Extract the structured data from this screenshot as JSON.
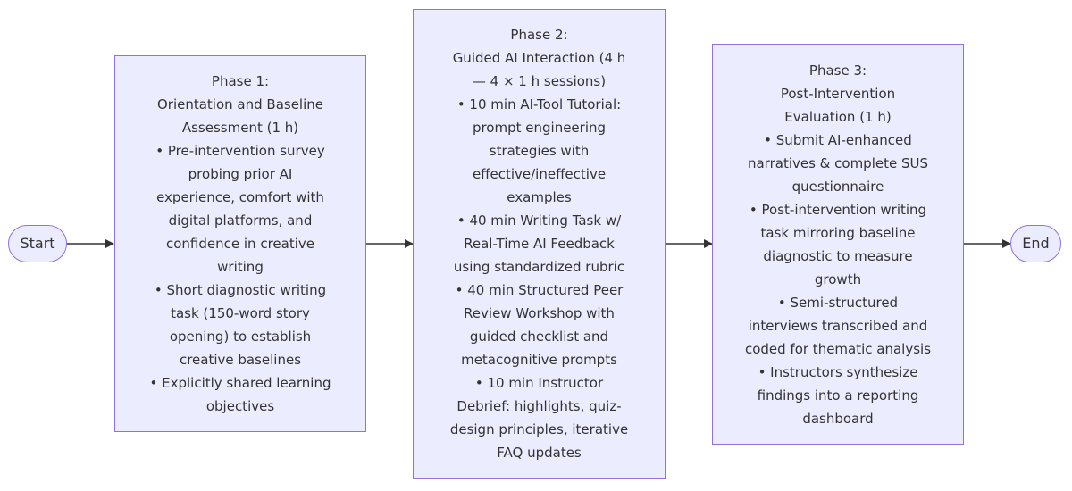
{
  "flowchart": {
    "start": {
      "label": "Start"
    },
    "end": {
      "label": "End"
    },
    "phases": [
      {
        "lines": [
          "Phase 1:",
          "Orientation and Baseline",
          "Assessment (1 h)",
          "• Pre-intervention survey",
          "probing prior AI",
          "experience, comfort with",
          "digital platforms, and",
          "confidence in creative",
          "writing",
          "• Short diagnostic writing",
          "task (150-word story",
          "opening) to establish",
          "creative baselines",
          "• Explicitly shared learning",
          "objectives"
        ]
      },
      {
        "lines": [
          "Phase 2:",
          "Guided AI Interaction (4 h",
          "— 4 × 1 h sessions)",
          "• 10 min AI-Tool Tutorial:",
          "prompt engineering",
          "strategies with",
          "effective/ineffective",
          "examples",
          "• 40 min Writing Task w/",
          "Real-Time AI Feedback",
          "using standardized rubric",
          "• 40 min Structured Peer",
          "Review Workshop with",
          "guided checklist and",
          "metacognitive prompts",
          "• 10 min Instructor",
          "Debrief: highlights, quiz-",
          "design principles, iterative",
          "FAQ updates"
        ]
      },
      {
        "lines": [
          "Phase 3:",
          "Post-Intervention",
          "Evaluation (1 h)",
          "• Submit AI-enhanced",
          "narratives & complete SUS",
          "questionnaire",
          "• Post-intervention writing",
          "task mirroring baseline",
          "diagnostic to measure",
          "growth",
          "• Semi-structured",
          "interviews transcribed and",
          "coded for thematic analysis",
          "• Instructors synthesize",
          "findings into a reporting",
          "dashboard"
        ]
      }
    ],
    "colors": {
      "node_fill": "#ececff",
      "node_border": "#9370db",
      "edge": "#333333",
      "text": "#333333"
    }
  }
}
